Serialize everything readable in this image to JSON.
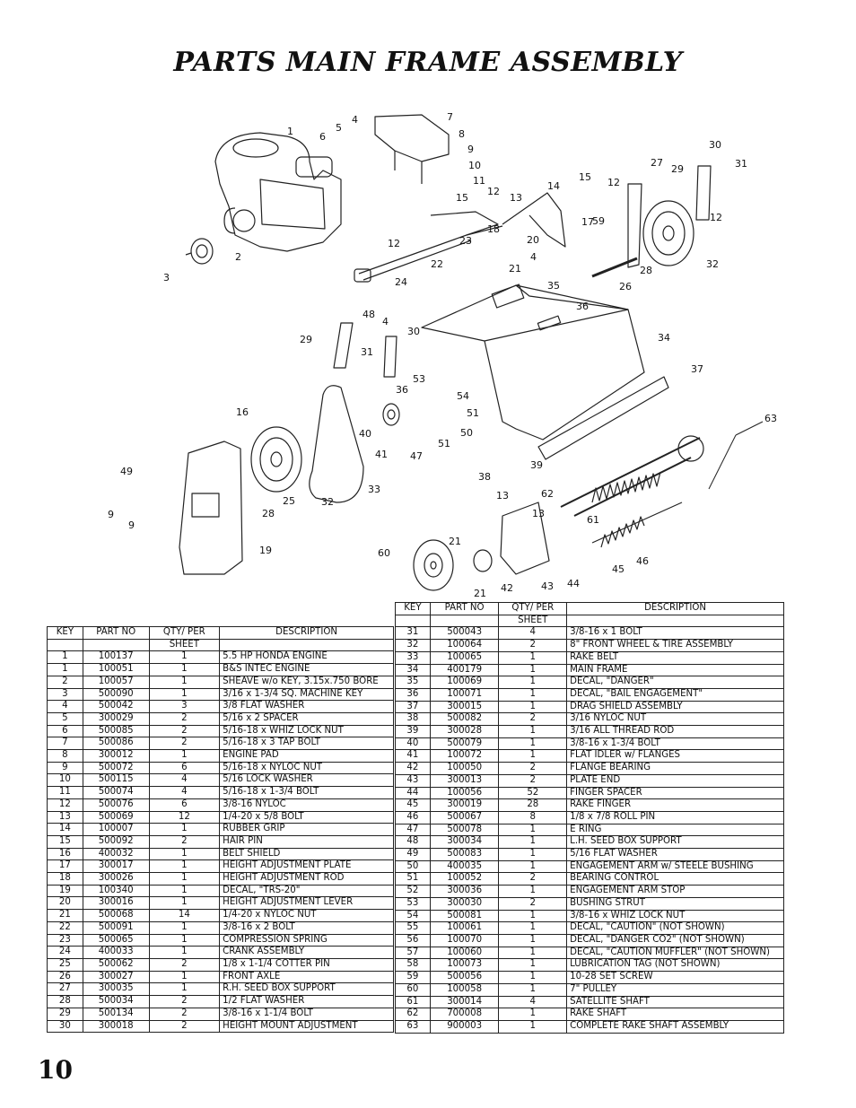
{
  "page": {
    "title": "PARTS MAIN FRAME ASSEMBLY",
    "page_number": "10"
  },
  "diagram": {
    "callouts": [
      "1",
      "2",
      "3",
      "4",
      "4",
      "4",
      "5",
      "6",
      "7",
      "8",
      "9",
      "9",
      "9",
      "10",
      "11",
      "12",
      "12",
      "12",
      "12",
      "13",
      "13",
      "13",
      "14",
      "15",
      "15",
      "16",
      "17",
      "18",
      "19",
      "20",
      "21",
      "21",
      "21",
      "22",
      "23",
      "24",
      "25",
      "26",
      "27",
      "28",
      "28",
      "29",
      "29",
      "30",
      "30",
      "31",
      "31",
      "32",
      "32",
      "33",
      "34",
      "35",
      "36",
      "36",
      "37",
      "38",
      "39",
      "40",
      "41",
      "42",
      "43",
      "44",
      "45",
      "46",
      "47",
      "48",
      "49",
      "50",
      "51",
      "51",
      "53",
      "54",
      "59",
      "60",
      "61",
      "62",
      "63"
    ]
  },
  "table_left": {
    "headers": [
      "KEY",
      "PART NO",
      "QTY/ PER",
      "DESCRIPTION"
    ],
    "header_sub": [
      "",
      "",
      "SHEET",
      ""
    ],
    "rows": [
      [
        "1",
        "100137",
        "1",
        "5.5 HP HONDA ENGINE"
      ],
      [
        "1",
        "100051",
        "1",
        "B&S INTEC ENGINE"
      ],
      [
        "2",
        "100057",
        "1",
        "SHEAVE w/o KEY, 3.15x.750 BORE"
      ],
      [
        "3",
        "500090",
        "1",
        "3/16 x 1-3/4 SQ. MACHINE KEY"
      ],
      [
        "4",
        "500042",
        "3",
        "3/8 FLAT WASHER"
      ],
      [
        "5",
        "300029",
        "2",
        "5/16 x 2 SPACER"
      ],
      [
        "6",
        "500085",
        "2",
        "5/16-18 x WHIZ LOCK NUT"
      ],
      [
        "7",
        "500086",
        "2",
        "5/16-18 x 3 TAP BOLT"
      ],
      [
        "8",
        "300012",
        "1",
        "ENGINE PAD"
      ],
      [
        "9",
        "500072",
        "6",
        "5/16-18 x NYLOC NUT"
      ],
      [
        "10",
        "500115",
        "4",
        "5/16 LOCK WASHER"
      ],
      [
        "11",
        "500074",
        "4",
        "5/16-18 x 1-3/4 BOLT"
      ],
      [
        "12",
        "500076",
        "6",
        "3/8-16 NYLOC"
      ],
      [
        "13",
        "500069",
        "12",
        "1/4-20 x 5/8 BOLT"
      ],
      [
        "14",
        "100007",
        "1",
        "RUBBER GRIP"
      ],
      [
        "15",
        "500092",
        "2",
        "HAIR PIN"
      ],
      [
        "16",
        "400032",
        "1",
        "BELT SHIELD"
      ],
      [
        "17",
        "300017",
        "1",
        "HEIGHT ADJUSTMENT PLATE"
      ],
      [
        "18",
        "300026",
        "1",
        "HEIGHT ADJUSTMENT ROD"
      ],
      [
        "19",
        "100340",
        "1",
        "DECAL, \"TRS-20\""
      ],
      [
        "20",
        "300016",
        "1",
        "HEIGHT ADJUSTMENT LEVER"
      ],
      [
        "21",
        "500068",
        "14",
        "1/4-20 x NYLOC NUT"
      ],
      [
        "22",
        "500091",
        "1",
        "3/8-16 x 2 BOLT"
      ],
      [
        "23",
        "500065",
        "1",
        "COMPRESSION SPRING"
      ],
      [
        "24",
        "400033",
        "1",
        "CRANK ASSEMBLY"
      ],
      [
        "25",
        "500062",
        "2",
        "1/8 x 1-1/4 COTTER PIN"
      ],
      [
        "26",
        "300027",
        "1",
        "FRONT AXLE"
      ],
      [
        "27",
        "300035",
        "1",
        "R.H. SEED BOX SUPPORT"
      ],
      [
        "28",
        "500034",
        "2",
        "1/2 FLAT WASHER"
      ],
      [
        "29",
        "500134",
        "2",
        "3/8-16 x 1-1/4 BOLT"
      ],
      [
        "30",
        "300018",
        "2",
        "HEIGHT MOUNT ADJUSTMENT"
      ]
    ]
  },
  "table_right": {
    "headers": [
      "KEY",
      "PART NO",
      "QTY/ PER",
      "DESCRIPTION"
    ],
    "header_sub": [
      "",
      "",
      "SHEET",
      ""
    ],
    "rows": [
      [
        "31",
        "500043",
        "4",
        "3/8-16 x 1 BOLT"
      ],
      [
        "32",
        "100064",
        "2",
        "8\" FRONT WHEEL & TIRE ASSEMBLY"
      ],
      [
        "33",
        "100065",
        "1",
        "RAKE BELT"
      ],
      [
        "34",
        "400179",
        "1",
        "MAIN FRAME"
      ],
      [
        "35",
        "100069",
        "1",
        "DECAL, \"DANGER\""
      ],
      [
        "36",
        "100071",
        "1",
        "DECAL, \"BAIL ENGAGEMENT\""
      ],
      [
        "37",
        "300015",
        "1",
        "DRAG SHIELD ASSEMBLY"
      ],
      [
        "38",
        "500082",
        "2",
        "3/16 NYLOC NUT"
      ],
      [
        "39",
        "300028",
        "1",
        "3/16 ALL THREAD ROD"
      ],
      [
        "40",
        "500079",
        "1",
        "3/8-16 x 1-3/4 BOLT"
      ],
      [
        "41",
        "100072",
        "1",
        "FLAT IDLER w/ FLANGES"
      ],
      [
        "42",
        "100050",
        "2",
        "FLANGE BEARING"
      ],
      [
        "43",
        "300013",
        "2",
        "PLATE END"
      ],
      [
        "44",
        "100056",
        "52",
        "FINGER SPACER"
      ],
      [
        "45",
        "300019",
        "28",
        "RAKE FINGER"
      ],
      [
        "46",
        "500067",
        "8",
        "1/8 x 7/8 ROLL PIN"
      ],
      [
        "47",
        "500078",
        "1",
        "E RING"
      ],
      [
        "48",
        "300034",
        "1",
        "L.H. SEED BOX SUPPORT"
      ],
      [
        "49",
        "500083",
        "1",
        "5/16 FLAT WASHER"
      ],
      [
        "50",
        "400035",
        "1",
        "ENGAGEMENT ARM w/ STEELE BUSHING"
      ],
      [
        "51",
        "100052",
        "2",
        "BEARING CONTROL"
      ],
      [
        "52",
        "300036",
        "1",
        "ENGAGEMENT ARM STOP"
      ],
      [
        "53",
        "300030",
        "2",
        "BUSHING STRUT"
      ],
      [
        "54",
        "500081",
        "1",
        "3/8-16 x WHIZ LOCK NUT"
      ],
      [
        "55",
        "100061",
        "1",
        "DECAL, \"CAUTION\" (NOT SHOWN)"
      ],
      [
        "56",
        "100070",
        "1",
        "DECAL, \"DANGER CO2\" (NOT SHOWN)"
      ],
      [
        "57",
        "100060",
        "1",
        "DECAL, \"CAUTION MUFFLER\" (NOT SHOWN)"
      ],
      [
        "58",
        "100073",
        "1",
        "LUBRICATION TAG (NOT SHOWN)"
      ],
      [
        "59",
        "500056",
        "1",
        "10-28 SET SCREW"
      ],
      [
        "60",
        "100058",
        "1",
        "7\" PULLEY"
      ],
      [
        "61",
        "300014",
        "4",
        "SATELLITE SHAFT"
      ],
      [
        "62",
        "700008",
        "1",
        "RAKE SHAFT"
      ],
      [
        "63",
        "900003",
        "1",
        "COMPLETE RAKE SHAFT ASSEMBLY"
      ]
    ]
  }
}
